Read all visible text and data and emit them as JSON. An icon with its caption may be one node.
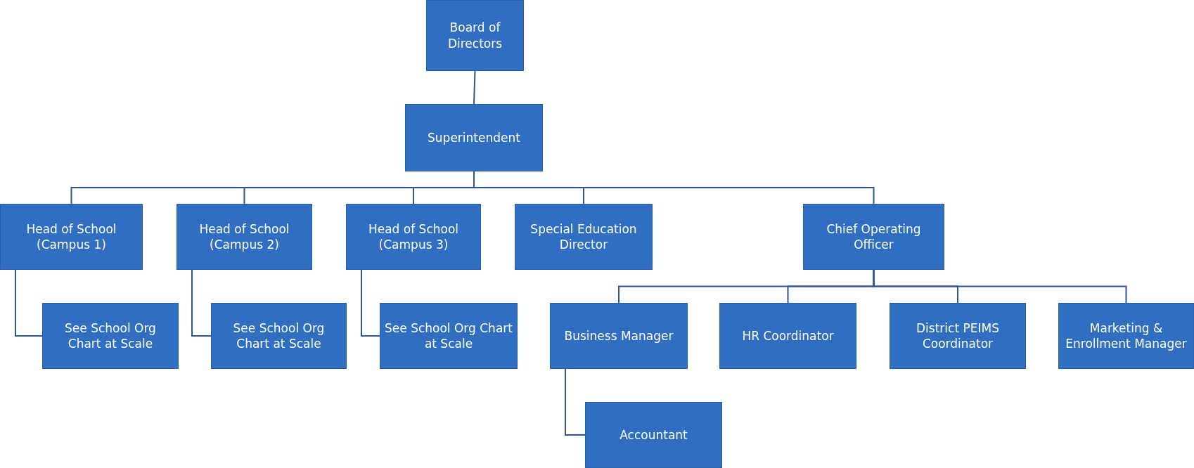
{
  "diagram": {
    "nodes": [
      {
        "text": [
          "Board of Directors"
        ]
      },
      {
        "text": [
          "Superintendent"
        ]
      },
      {
        "text": [
          "Head of School (Campus 1)"
        ]
      },
      {
        "text": [
          "Head of School (Campus 2)"
        ]
      },
      {
        "text": [
          "Head of School (Campus 3)"
        ]
      },
      {
        "text": [
          "Special Education Director"
        ]
      },
      {
        "text": [
          "Chief Operating Officer"
        ]
      },
      {
        "text": [
          "See School Org Chart at Scale"
        ]
      },
      {
        "text": [
          "See School Org Chart at Scale"
        ]
      },
      {
        "text": [
          "See School Org Chart at Scale"
        ]
      },
      {
        "text": [
          "Business Manager"
        ]
      },
      {
        "text": [
          "HR Coordinator"
        ]
      },
      {
        "text": [
          "District PEIMS Coordinator"
        ]
      },
      {
        "text": [
          "Marketing & Enrollment Manager"
        ]
      },
      {
        "text": [
          "Accountant"
        ]
      }
    ],
    "edges": [
      {
        "from": 0,
        "to": 1,
        "arrow": "none"
      },
      {
        "from": 1,
        "to": 2,
        "arrow": "none"
      },
      {
        "from": 1,
        "to": 3,
        "arrow": "none"
      },
      {
        "from": 1,
        "to": 4,
        "arrow": "none"
      },
      {
        "from": 1,
        "to": 5,
        "arrow": "none"
      },
      {
        "from": 1,
        "to": 6,
        "arrow": "none"
      },
      {
        "from": 2,
        "to": 7,
        "arrow": "none"
      },
      {
        "from": 3,
        "to": 8,
        "arrow": "none"
      },
      {
        "from": 4,
        "to": 9,
        "arrow": "none"
      },
      {
        "from": 6,
        "to": 10,
        "arrow": "none"
      },
      {
        "from": 6,
        "to": 11,
        "arrow": "none"
      },
      {
        "from": 6,
        "to": 12,
        "arrow": "none"
      },
      {
        "from": 6,
        "to": 13,
        "arrow": "none"
      },
      {
        "from": 10,
        "to": 14,
        "arrow": "none"
      }
    ]
  }
}
